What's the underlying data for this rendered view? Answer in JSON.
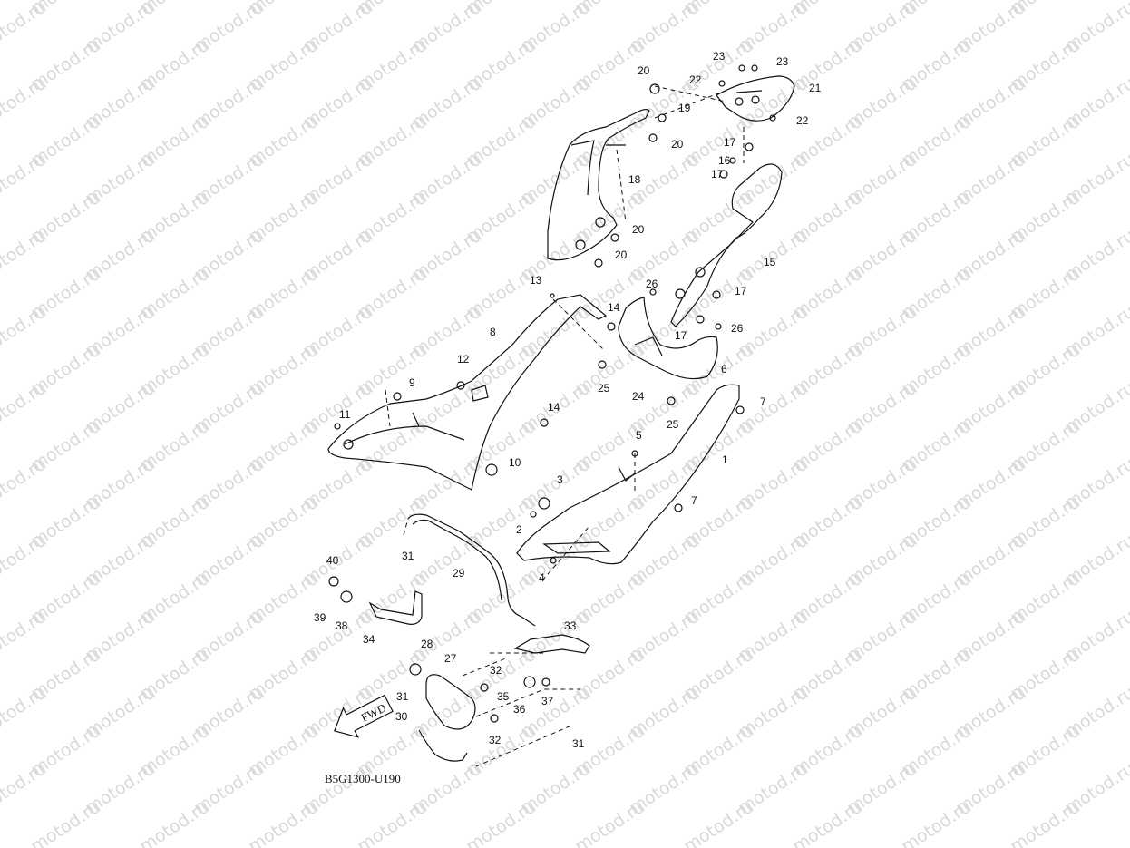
{
  "watermark_text": "motod.ru",
  "diagram_code": "B5G1300-U190",
  "fwd_label": "FWD",
  "callouts": [
    "1",
    "2",
    "3",
    "4",
    "5",
    "6",
    "7",
    "8",
    "9",
    "10",
    "11",
    "12",
    "13",
    "14",
    "15",
    "16",
    "17",
    "18",
    "19",
    "20",
    "21",
    "22",
    "23",
    "24",
    "25",
    "26",
    "27",
    "28",
    "29",
    "30",
    "31",
    "32",
    "33",
    "34",
    "35",
    "36",
    "37",
    "38",
    "39",
    "40"
  ],
  "parts": [
    "side-cover-1",
    "side-cover-8",
    "rear-cover-15",
    "rear-cover-18",
    "tail-cover-21",
    "bracket-24",
    "rail-29",
    "footrest-30",
    "bracket-34",
    "bracket-27",
    "pedal-33"
  ],
  "colors": {
    "line": "#111111",
    "watermark": "#d9d9d9"
  }
}
